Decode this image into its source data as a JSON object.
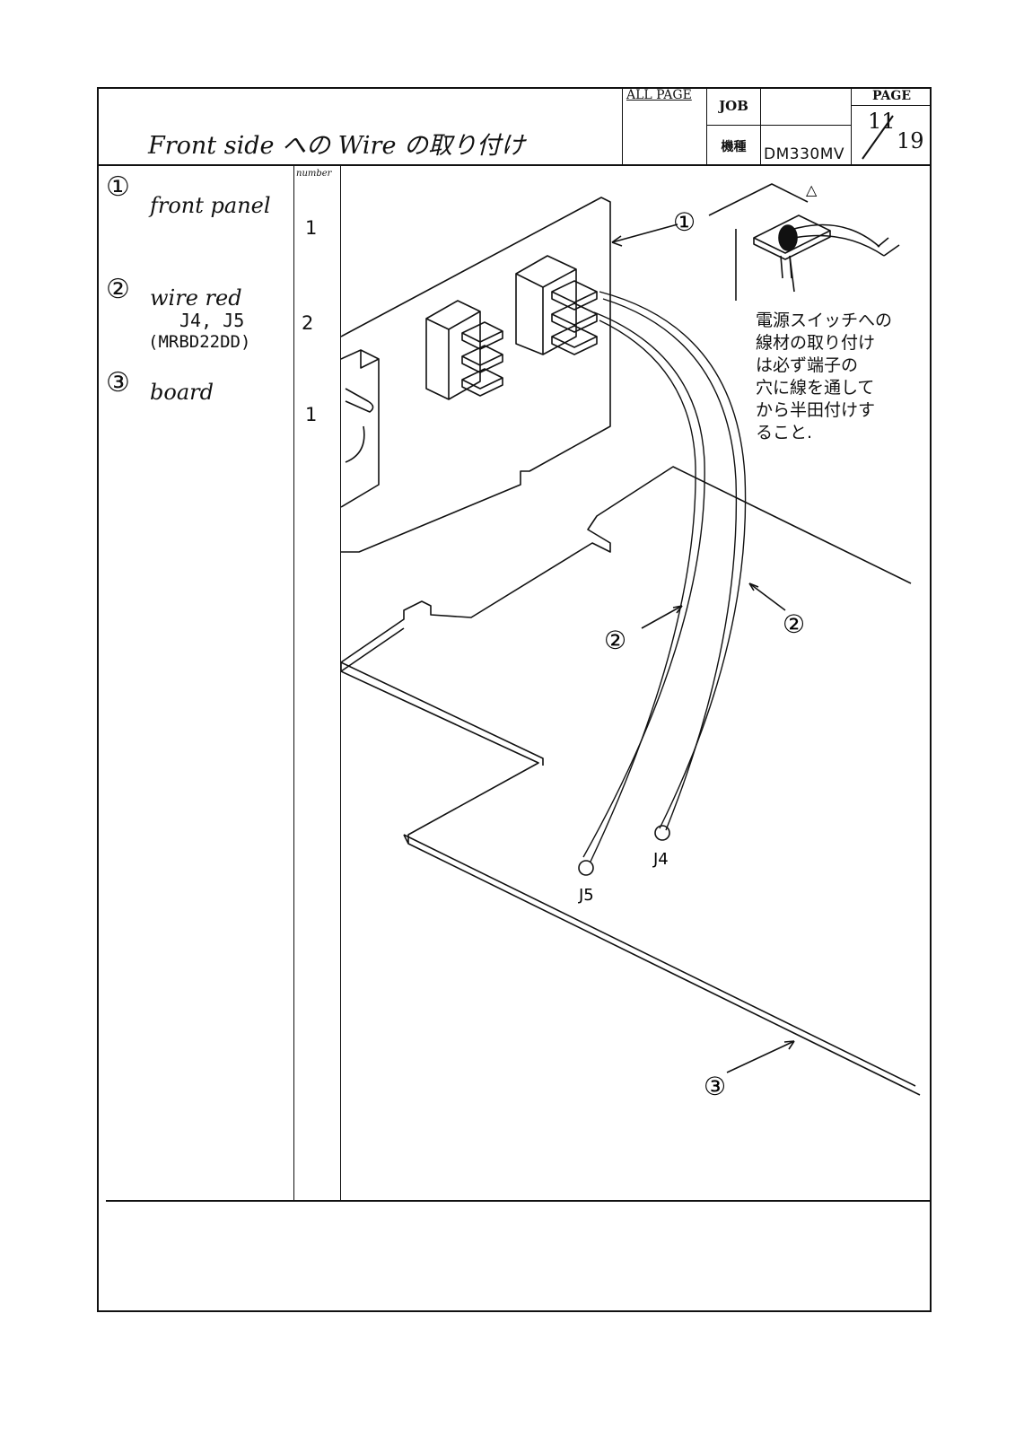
{
  "header": {
    "title": "Front side への Wire の取り付け",
    "all_page_label": "ALL PAGE",
    "job_label": "JOB",
    "model_label": "機種",
    "model_value": "DM330MV",
    "page_label": "PAGE",
    "page_current": "11",
    "page_total": "19"
  },
  "parts_list": {
    "number_header": "number",
    "items": [
      {
        "marker": "①",
        "name": "front panel",
        "number": "1"
      },
      {
        "marker": "②",
        "name": "wire red",
        "detail1": "J4, J5",
        "detail2": "(MRBD22DD)",
        "number": "2"
      },
      {
        "marker": "③",
        "name": "board",
        "number": "1"
      }
    ]
  },
  "callouts": {
    "front_panel": "①",
    "wire_left": "②",
    "wire_right": "②",
    "board": "③",
    "j4": "J4",
    "j5": "J5",
    "caution_symbol": "△"
  },
  "note_lines": [
    "電源スイッチへの",
    "線材の取り付け",
    "は必ず端子の",
    "穴に線を通して",
    "から半田付けす",
    "ること."
  ]
}
